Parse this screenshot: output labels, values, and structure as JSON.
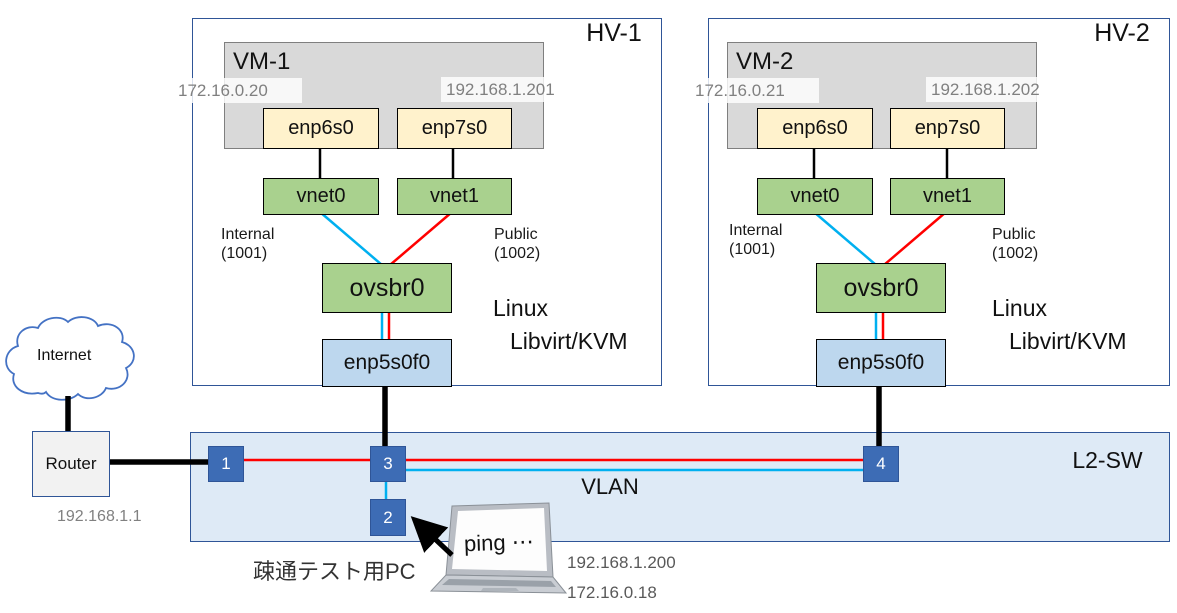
{
  "hypervisors": [
    {
      "name": "HV-1",
      "vm": {
        "name": "VM-1",
        "internal_ip": "172.16.0.20",
        "public_ip": "192.168.1.201",
        "nic1": "enp6s0",
        "nic2": "enp7s0"
      },
      "vnets": [
        "vnet0",
        "vnet1"
      ],
      "internal_label": {
        "line1": "Internal",
        "line2": "(1001)"
      },
      "public_label": {
        "line1": "Public",
        "line2": "(1002)"
      },
      "bridge": "ovsbr0",
      "uplink": "enp5s0f0",
      "platform": {
        "line1": "Linux",
        "line2": "Libvirt/KVM"
      }
    },
    {
      "name": "HV-2",
      "vm": {
        "name": "VM-2",
        "internal_ip": "172.16.0.21",
        "public_ip": "192.168.1.202",
        "nic1": "enp6s0",
        "nic2": "enp7s0"
      },
      "vnets": [
        "vnet0",
        "vnet1"
      ],
      "internal_label": {
        "line1": "Internal",
        "line2": "(1001)"
      },
      "public_label": {
        "line1": "Public",
        "line2": "(1002)"
      },
      "bridge": "ovsbr0",
      "uplink": "enp5s0f0",
      "platform": {
        "line1": "Linux",
        "line2": "Libvirt/KVM"
      }
    }
  ],
  "switch": {
    "name": "L2-SW",
    "vlan_label": "VLAN",
    "ports": [
      "1",
      "2",
      "3",
      "4"
    ]
  },
  "internet": {
    "label": "Internet"
  },
  "router": {
    "label": "Router",
    "ip": "192.168.1.1"
  },
  "test_pc": {
    "label": "疎通テスト用PC",
    "screen_text": "ping ⋯",
    "ip1": "192.168.1.200",
    "ip2": "172.16.0.18"
  },
  "colors": {
    "internal_vlan_line": "#00B0F0",
    "public_vlan_line": "#FF0000",
    "accent_border": "#2F5597"
  }
}
